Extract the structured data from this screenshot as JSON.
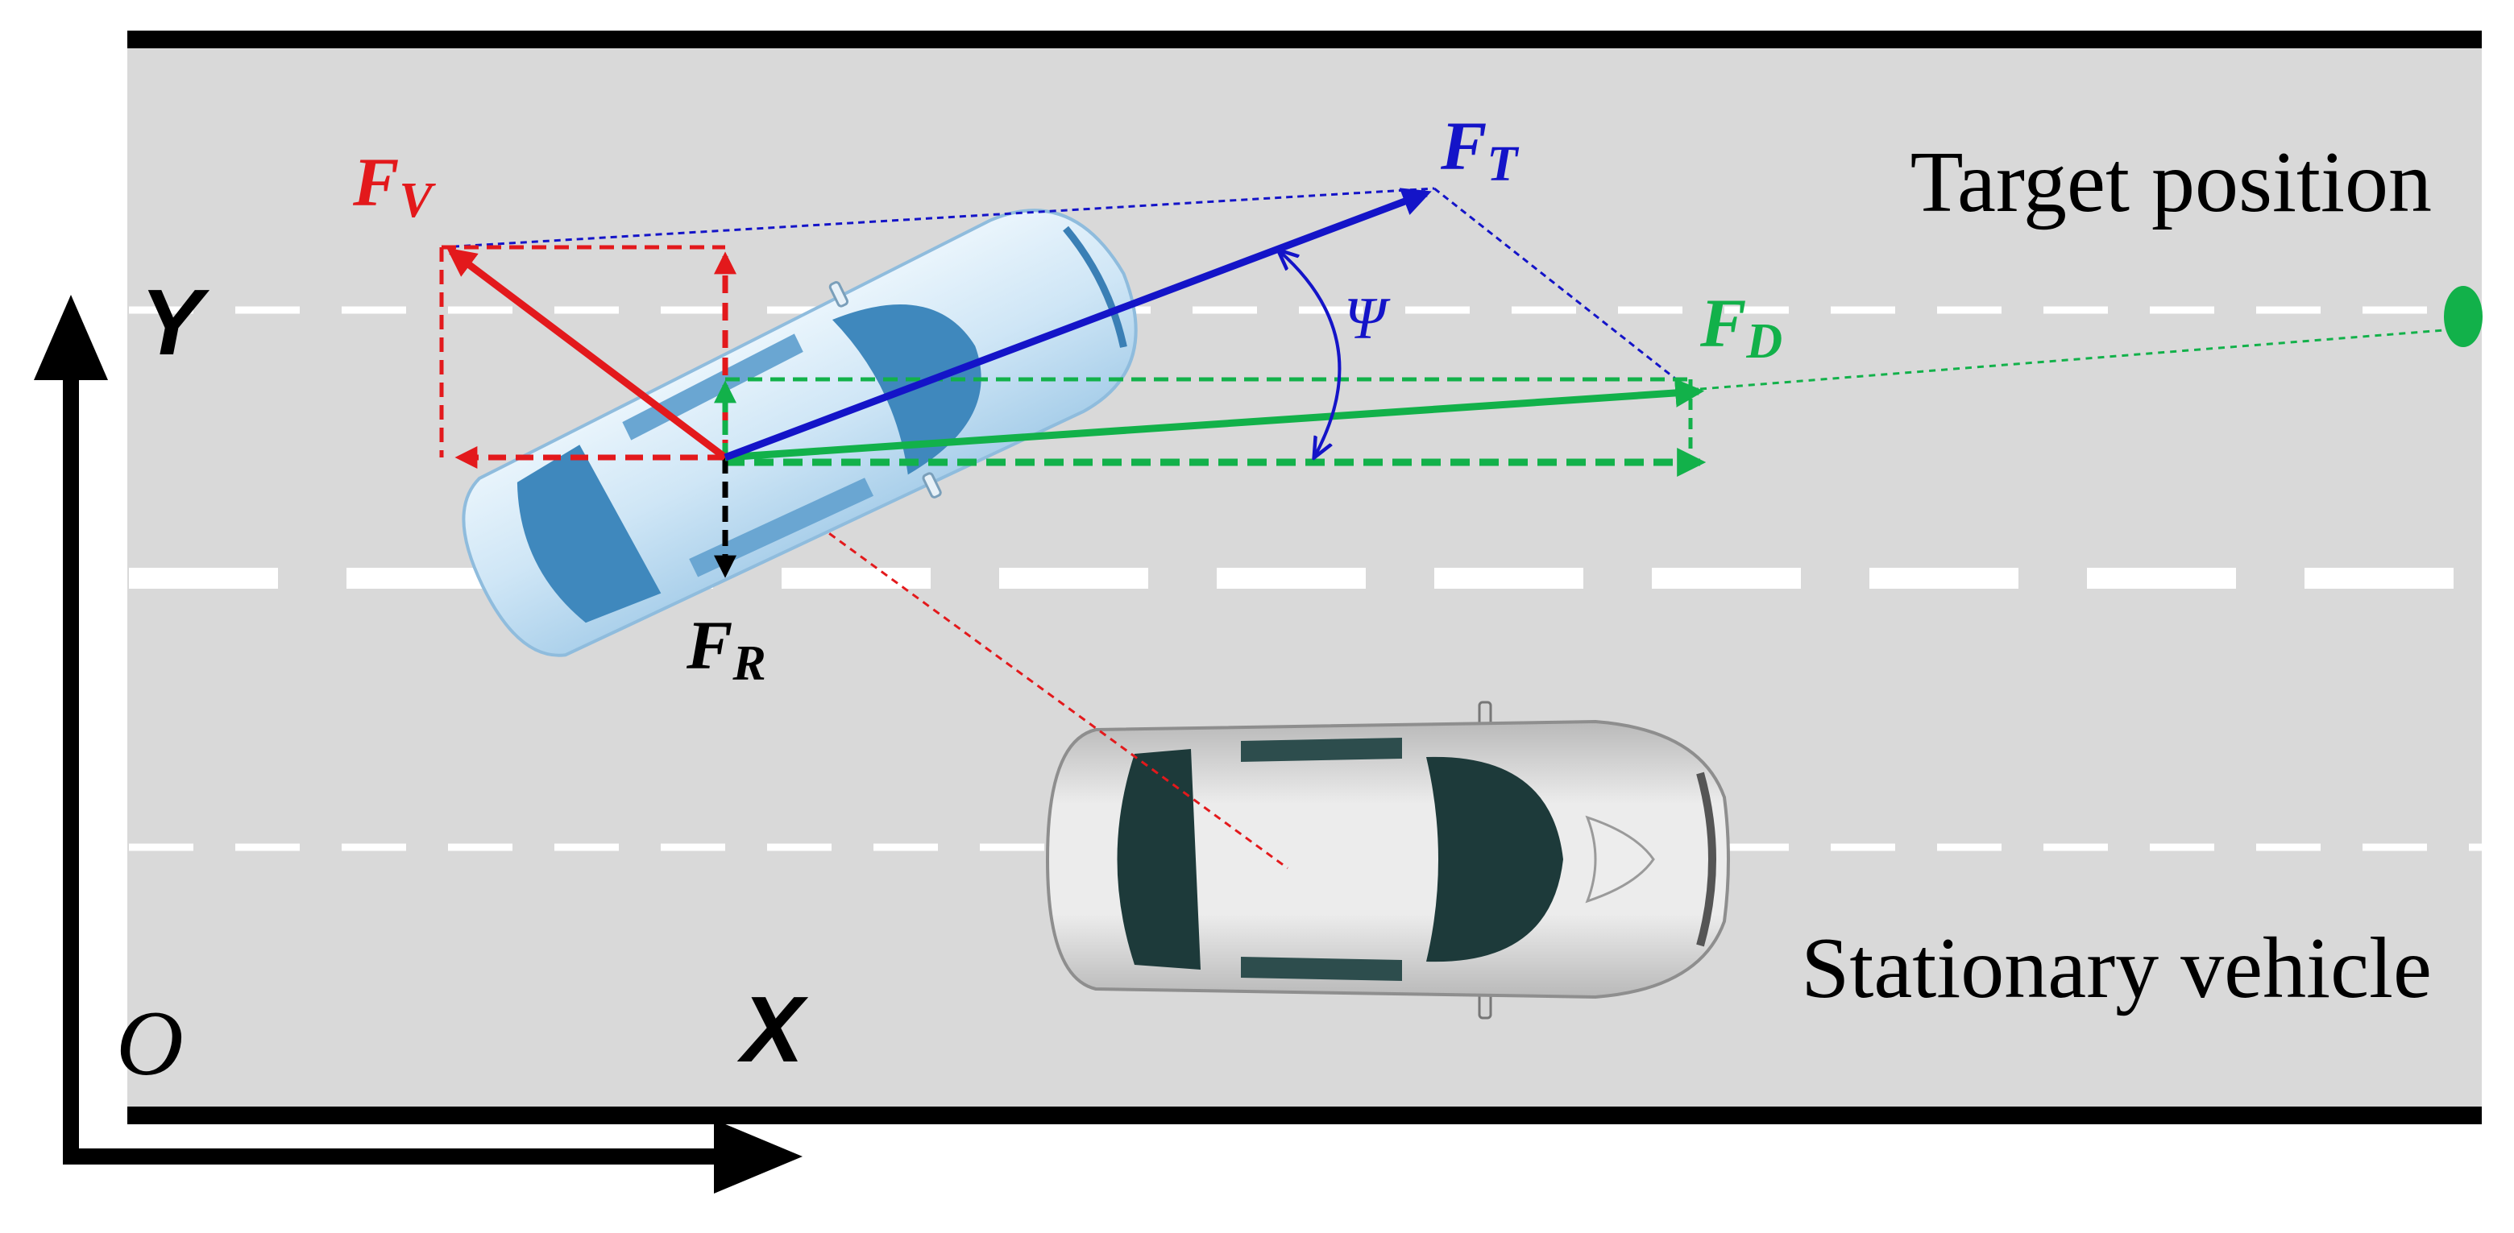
{
  "labels": {
    "target_position": "Target position",
    "stationary_vehicle": "Stationary vehicle",
    "y_axis": "Y",
    "x_axis": "X",
    "origin": "O",
    "angle": "Ψ"
  },
  "vectors": {
    "f_v": {
      "main": "F",
      "sub": "V"
    },
    "f_t": {
      "main": "F",
      "sub": "T"
    },
    "f_d": {
      "main": "F",
      "sub": "D"
    },
    "f_r": {
      "main": "F",
      "sub": "R"
    }
  },
  "colors": {
    "road": "#d9d9d9",
    "boundary": "#000000",
    "lane_marking": "#ffffff",
    "f_v": "#e3191c",
    "f_t": "#1414c8",
    "f_d": "#12b14a",
    "f_r": "#000000",
    "ego_car_body": "#cfe6f6",
    "ego_car_glass": "#3f88bd",
    "obstacle_car_body": "#e4e4e4",
    "obstacle_car_glass": "#1d3a3a"
  },
  "icons": {
    "ego_vehicle": "car-top-view",
    "stationary_vehicle": "car-top-view",
    "target_marker": "ellipse-marker"
  }
}
